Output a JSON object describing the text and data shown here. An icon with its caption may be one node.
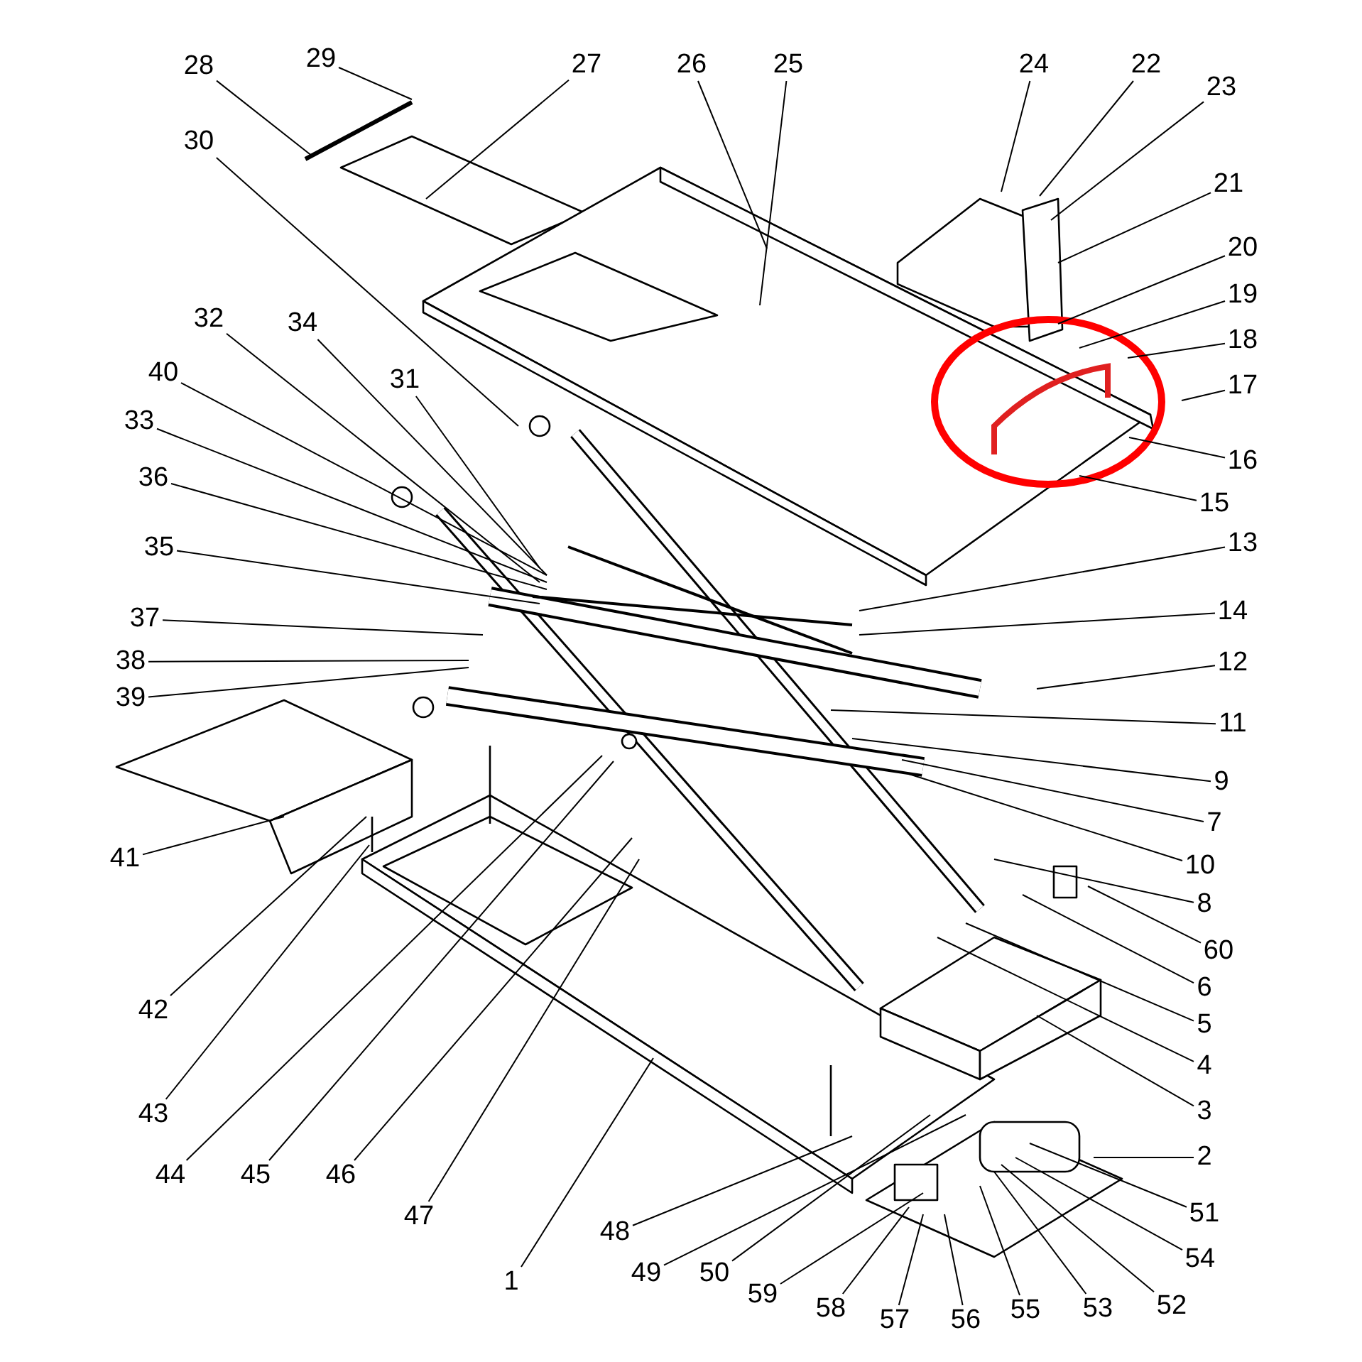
{
  "diagram": {
    "nodes": [
      {
        "text": [
          "28"
        ]
      },
      {
        "text": [
          "29"
        ]
      },
      {
        "text": [
          "27"
        ]
      },
      {
        "text": [
          "26"
        ]
      },
      {
        "text": [
          "25"
        ]
      },
      {
        "text": [
          "24"
        ]
      },
      {
        "text": [
          "22"
        ]
      },
      {
        "text": [
          "23"
        ]
      },
      {
        "text": [
          "21"
        ]
      },
      {
        "text": [
          "20"
        ]
      },
      {
        "text": [
          "19"
        ]
      },
      {
        "text": [
          "18"
        ]
      },
      {
        "text": [
          "17"
        ]
      },
      {
        "text": [
          "16"
        ]
      },
      {
        "text": [
          "15"
        ]
      },
      {
        "text": [
          "13"
        ]
      },
      {
        "text": [
          "14"
        ]
      },
      {
        "text": [
          "12"
        ]
      },
      {
        "text": [
          "11"
        ]
      },
      {
        "text": [
          "9"
        ]
      },
      {
        "text": [
          "7"
        ]
      },
      {
        "text": [
          "10"
        ]
      },
      {
        "text": [
          "8"
        ]
      },
      {
        "text": [
          "60"
        ]
      },
      {
        "text": [
          "6"
        ]
      },
      {
        "text": [
          "5"
        ]
      },
      {
        "text": [
          "4"
        ]
      },
      {
        "text": [
          "3"
        ]
      },
      {
        "text": [
          "2"
        ]
      },
      {
        "text": [
          "51"
        ]
      },
      {
        "text": [
          "54"
        ]
      },
      {
        "text": [
          "52"
        ]
      },
      {
        "text": [
          "53"
        ]
      },
      {
        "text": [
          "55"
        ]
      },
      {
        "text": [
          "56"
        ]
      },
      {
        "text": [
          "57"
        ]
      },
      {
        "text": [
          "58"
        ]
      },
      {
        "text": [
          "59"
        ]
      },
      {
        "text": [
          "50"
        ]
      },
      {
        "text": [
          "49"
        ]
      },
      {
        "text": [
          "48"
        ]
      },
      {
        "text": [
          "1"
        ]
      },
      {
        "text": [
          "47"
        ]
      },
      {
        "text": [
          "46"
        ]
      },
      {
        "text": [
          "45"
        ]
      },
      {
        "text": [
          "44"
        ]
      },
      {
        "text": [
          "43"
        ]
      },
      {
        "text": [
          "42"
        ]
      },
      {
        "text": [
          "41"
        ]
      },
      {
        "text": [
          "39"
        ]
      },
      {
        "text": [
          "38"
        ]
      },
      {
        "text": [
          "37"
        ]
      },
      {
        "text": [
          "35"
        ]
      },
      {
        "text": [
          "36"
        ]
      },
      {
        "text": [
          "33"
        ]
      },
      {
        "text": [
          "40"
        ]
      },
      {
        "text": [
          "32"
        ]
      },
      {
        "text": [
          "34"
        ]
      },
      {
        "text": [
          "31"
        ]
      },
      {
        "text": [
          "30"
        ]
      }
    ],
    "edges": [
      {
        "from": 0,
        "to": null,
        "arrow": "none"
      },
      {
        "from": 1,
        "to": null,
        "arrow": "none"
      },
      {
        "from": 2,
        "to": null,
        "arrow": "none"
      },
      {
        "from": 3,
        "to": null,
        "arrow": "none"
      },
      {
        "from": 4,
        "to": null,
        "arrow": "none"
      },
      {
        "from": 5,
        "to": null,
        "arrow": "none"
      },
      {
        "from": 6,
        "to": null,
        "arrow": "none"
      },
      {
        "from": 7,
        "to": null,
        "arrow": "none"
      },
      {
        "from": 8,
        "to": null,
        "arrow": "none"
      },
      {
        "from": 9,
        "to": null,
        "arrow": "none"
      },
      {
        "from": 10,
        "to": null,
        "arrow": "none"
      },
      {
        "from": 11,
        "to": null,
        "arrow": "none"
      },
      {
        "from": 12,
        "to": null,
        "arrow": "none"
      },
      {
        "from": 13,
        "to": null,
        "arrow": "none"
      },
      {
        "from": 14,
        "to": null,
        "arrow": "none"
      },
      {
        "from": 15,
        "to": null,
        "arrow": "none"
      },
      {
        "from": 16,
        "to": null,
        "arrow": "none"
      },
      {
        "from": 17,
        "to": null,
        "arrow": "none"
      },
      {
        "from": 18,
        "to": null,
        "arrow": "none"
      },
      {
        "from": 19,
        "to": null,
        "arrow": "none"
      },
      {
        "from": 20,
        "to": null,
        "arrow": "none"
      },
      {
        "from": 21,
        "to": null,
        "arrow": "none"
      },
      {
        "from": 22,
        "to": null,
        "arrow": "none"
      },
      {
        "from": 23,
        "to": null,
        "arrow": "none"
      },
      {
        "from": 24,
        "to": null,
        "arrow": "none"
      },
      {
        "from": 25,
        "to": null,
        "arrow": "none"
      },
      {
        "from": 26,
        "to": null,
        "arrow": "none"
      },
      {
        "from": 27,
        "to": null,
        "arrow": "none"
      },
      {
        "from": 28,
        "to": null,
        "arrow": "none"
      },
      {
        "from": 29,
        "to": null,
        "arrow": "none"
      },
      {
        "from": 30,
        "to": null,
        "arrow": "none"
      },
      {
        "from": 31,
        "to": null,
        "arrow": "none"
      },
      {
        "from": 32,
        "to": null,
        "arrow": "none"
      },
      {
        "from": 33,
        "to": null,
        "arrow": "none"
      },
      {
        "from": 34,
        "to": null,
        "arrow": "none"
      },
      {
        "from": 35,
        "to": null,
        "arrow": "none"
      },
      {
        "from": 36,
        "to": null,
        "arrow": "none"
      },
      {
        "from": 37,
        "to": null,
        "arrow": "none"
      },
      {
        "from": 38,
        "to": null,
        "arrow": "none"
      },
      {
        "from": 39,
        "to": null,
        "arrow": "none"
      },
      {
        "from": 40,
        "to": null,
        "arrow": "none"
      },
      {
        "from": 41,
        "to": null,
        "arrow": "none"
      },
      {
        "from": 42,
        "to": null,
        "arrow": "none"
      },
      {
        "from": 43,
        "to": null,
        "arrow": "none"
      },
      {
        "from": 44,
        "to": null,
        "arrow": "none"
      },
      {
        "from": 45,
        "to": null,
        "arrow": "none"
      },
      {
        "from": 46,
        "to": null,
        "arrow": "none"
      },
      {
        "from": 47,
        "to": null,
        "arrow": "none"
      },
      {
        "from": 48,
        "to": null,
        "arrow": "none"
      },
      {
        "from": 49,
        "to": null,
        "arrow": "none"
      },
      {
        "from": 50,
        "to": null,
        "arrow": "none"
      },
      {
        "from": 51,
        "to": null,
        "arrow": "none"
      },
      {
        "from": 52,
        "to": null,
        "arrow": "none"
      },
      {
        "from": 53,
        "to": null,
        "arrow": "none"
      },
      {
        "from": 54,
        "to": null,
        "arrow": "none"
      },
      {
        "from": 55,
        "to": null,
        "arrow": "none"
      },
      {
        "from": 56,
        "to": null,
        "arrow": "none"
      },
      {
        "from": 57,
        "to": null,
        "arrow": "none"
      },
      {
        "from": 58,
        "to": null,
        "arrow": "none"
      },
      {
        "from": 59,
        "to": null,
        "arrow": "none"
      }
    ]
  }
}
